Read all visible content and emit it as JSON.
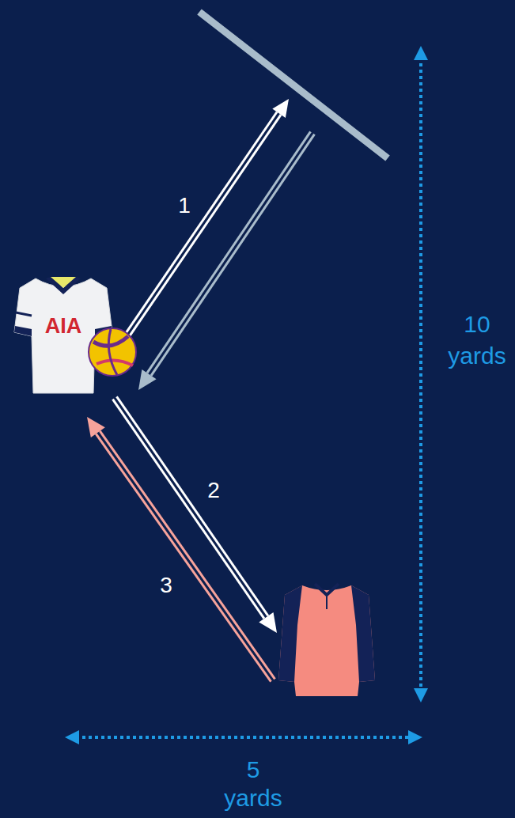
{
  "diagram": {
    "labels": [
      "AIA",
      "1",
      "2",
      "3",
      "10 yards",
      "5 yards"
    ]
  }
}
